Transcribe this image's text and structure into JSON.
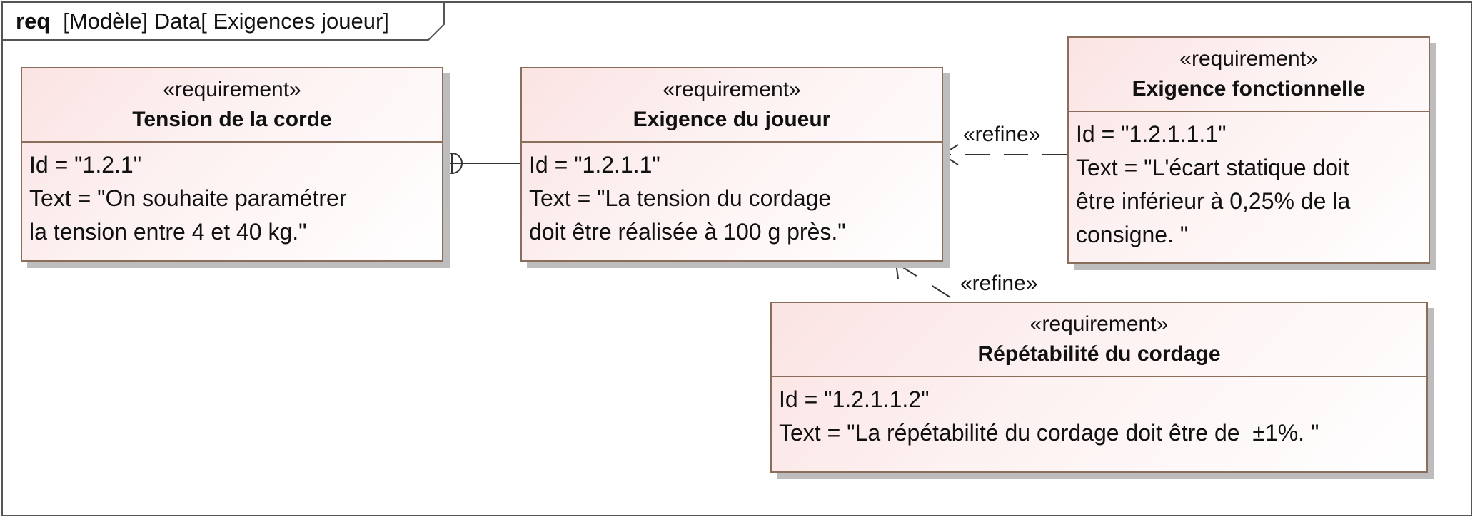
{
  "frame": {
    "keyword": "req",
    "name": "[Modèle] Data[ Exigences joueur]"
  },
  "requirements": {
    "tension": {
      "stereotype": "«requirement»",
      "name": "Tension de la corde",
      "id_text": "Id = \"1.2.1\"",
      "text_line1": "Text = \"On souhaite paramétrer",
      "text_line2": "la tension entre 4 et 40 kg.\""
    },
    "joueur": {
      "stereotype": "«requirement»",
      "name": "Exigence du joueur",
      "id_text": "Id = \"1.2.1.1\"",
      "text_line1": "Text = \"La tension du cordage",
      "text_line2": "doit être réalisée à 100 g près.\""
    },
    "fonctionnelle": {
      "stereotype": "«requirement»",
      "name": "Exigence fonctionnelle",
      "id_text": "Id = \"1.2.1.1.1\"",
      "text_line1": "Text = \"L'écart statique doit",
      "text_line2": "être inférieur à 0,25% de la",
      "text_line3": "consigne. \""
    },
    "repetabilite": {
      "stereotype": "«requirement»",
      "name": "Répétabilité du cordage",
      "id_text": "Id = \"1.2.1.1.2\"",
      "text_line1": "Text = \"La répétabilité du cordage doit être de  ±1%. \""
    }
  },
  "relations": {
    "refine_top": "«refine»",
    "refine_bottom": "«refine»"
  },
  "colors": {
    "box_border": "#8a6d5b",
    "box_fill": "#fbe3e3",
    "shadow": "#bdbdbd",
    "line": "#333333"
  }
}
